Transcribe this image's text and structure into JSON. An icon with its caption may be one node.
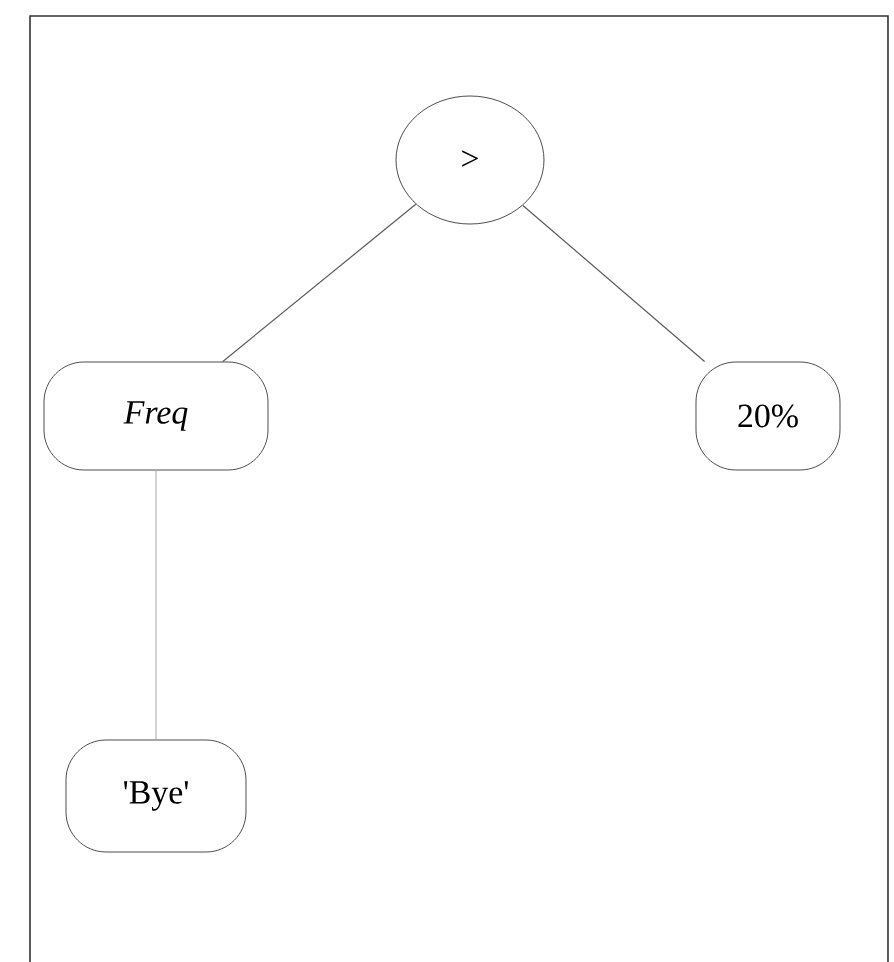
{
  "diagram": {
    "nodes": [
      {
        "text": [
          ">"
        ]
      },
      {
        "text": [
          "Freq"
        ]
      },
      {
        "text": [
          "20%"
        ]
      },
      {
        "text": [
          "'Bye'"
        ]
      }
    ],
    "edges": [
      {
        "from": 0,
        "to": 1,
        "arrow": "none"
      },
      {
        "from": 0,
        "to": 2,
        "arrow": "none"
      },
      {
        "from": 1,
        "to": 3,
        "arrow": "none",
        "color": "#b4b4b4"
      }
    ]
  }
}
